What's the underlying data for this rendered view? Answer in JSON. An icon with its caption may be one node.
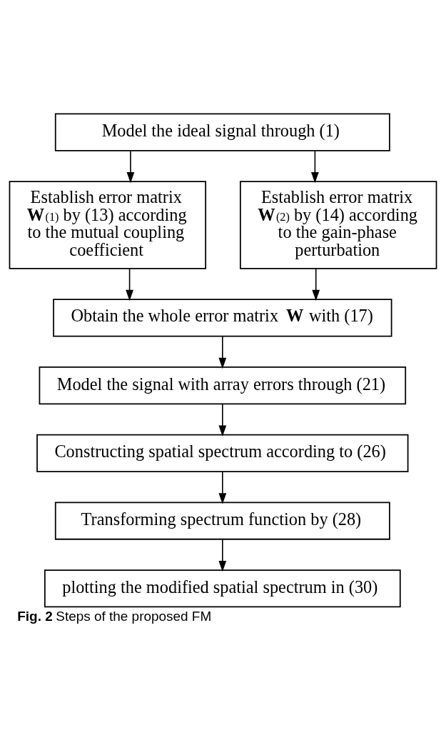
{
  "diagram": {
    "caption": "**Fig. 2** Steps of the proposed FM",
    "nodes": [
      {
        "text": [
          "Model the ideal signal through (1)"
        ]
      },
      {
        "text": [
          "Establish error matrix **W**$_{(1)}$ by (13) according to the mutual coupling coefficient"
        ]
      },
      {
        "text": [
          "Establish error matrix **W**$_{(2)}$ by (14) according to the gain-phase perturbation"
        ]
      },
      {
        "text": [
          "Obtain the whole error matrix **W** with (17)"
        ]
      },
      {
        "text": [
          "Model the signal with array errors through (21)"
        ]
      },
      {
        "text": [
          "Constructing spatial spectrum according to (26)"
        ]
      },
      {
        "text": [
          "Transforming spectrum function by (28)"
        ]
      },
      {
        "text": [
          "plotting the modified spatial spectrum in (30)"
        ]
      }
    ],
    "edges": [
      {
        "from": 0,
        "to": 1,
        "arrow": "to"
      },
      {
        "from": 0,
        "to": 2,
        "arrow": "to"
      },
      {
        "from": 1,
        "to": 3,
        "arrow": "to"
      },
      {
        "from": 2,
        "to": 3,
        "arrow": "to"
      },
      {
        "from": 3,
        "to": 4,
        "arrow": "to"
      },
      {
        "from": 4,
        "to": 5,
        "arrow": "to"
      },
      {
        "from": 5,
        "to": 6,
        "arrow": "to"
      },
      {
        "from": 6,
        "to": 7,
        "arrow": "to"
      }
    ]
  }
}
